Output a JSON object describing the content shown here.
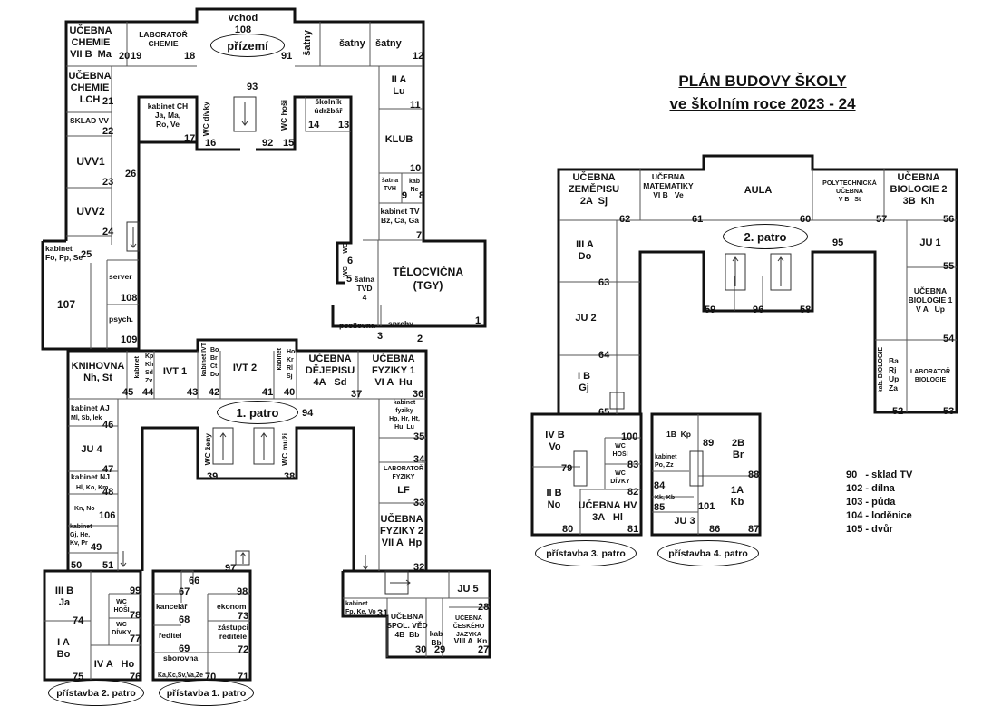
{
  "title": {
    "line1": "PLÁN BUDOVY ŠKOLY",
    "line2": "ve školním roce 2023 - 24"
  },
  "floors": {
    "ground": "přízemí",
    "first": "1. patro",
    "second": "2. patro",
    "ext2": "přístavba 2. patro",
    "ext1": "přístavba 1. patro",
    "ext3": "přístavba 3. patro",
    "ext4": "přístavba 4. patro"
  },
  "g": {
    "chem_vii": "UČEBNA\nCHEMIE\nVII B  Ma",
    "n20": "20",
    "n19": "19",
    "n18": "18",
    "lab_chem": "LABORATOŘ\nCHEMIE",
    "vchod": "vchod\n108",
    "n91": "91",
    "satny_v": "šatny",
    "satny1": "šatny",
    "satny2": "šatny",
    "n12": "12",
    "chem_lch": "UČEBNA\nCHEMIE\nLCH",
    "n21": "21",
    "sklad": "SKLAD VV",
    "n22": "22",
    "uvv1": "UVV1",
    "n23": "23",
    "uvv2": "UVV2",
    "n24": "24",
    "n26": "26",
    "kab25": "kabinet\nFo, Pp, Se",
    "n25": "25",
    "r107": "107",
    "server": "server",
    "n108": "108",
    "psych": "psych.",
    "n109": "109",
    "n93": "93",
    "kab_ch": "kabinet CH\nJa, Ma,\nRo, Ve",
    "n17": "17",
    "wc_divky": "WC dívky",
    "n16": "16",
    "n92": "92",
    "wc_hosi": "WC hoši",
    "n15": "15",
    "skolnik": "školník\núdržbář",
    "n14": "14",
    "n13": "13",
    "iia": "II A\nLu",
    "n11": "11",
    "klub": "KLUB",
    "n10": "10",
    "satna_tvh": "šatna\nTVH",
    "n9": "9",
    "kab_ne": "kab\nNe",
    "n8": "8",
    "kab_tv": "kabinet TV\nBz, Ca, Ga",
    "n7": "7",
    "wc6": "WC",
    "n6": "6",
    "wc5": "WC",
    "n5": "5",
    "satna_tvd": "šatna\nTVD\n4",
    "tgy": "TĚLOCVIČNA\n(TGY)",
    "posilovna": "posilovna",
    "n3": "3",
    "sprchy": "sprchy",
    "n2": "2",
    "n1": "1"
  },
  "p1": {
    "knihovna": "KNIHOVNA\nNh, St",
    "n45": "45",
    "kab44": "kabinet",
    "kab44_names": "Kp\nKh\nSd\nZv",
    "n44": "44",
    "ivt1": "IVT 1",
    "n43": "43",
    "kab_ivt": "kabinet IVT",
    "kab_ivt_names": "Bo\nBr\nCt\nDo",
    "n42": "42",
    "ivt2": "IVT 2",
    "n41": "41",
    "kab40": "kabinet",
    "kab40_names": "Ho\nKr\nRl\nSj",
    "n40": "40",
    "dejepis": "UČEBNA\nDĚJEPISU\n4A   Sd",
    "n37": "37",
    "fyz1": "UČEBNA\nFYZIKY 1\nVI A  Hu",
    "n36": "36",
    "n94": "94",
    "kab_aj": "kabinet AJ",
    "kab_aj_names": "Ml, Sb, lek",
    "n46": "46",
    "ju4": "JU 4",
    "n47": "47",
    "kab_nj": "kabinet NJ",
    "kab_nj_names": "Hl, Ko, Km",
    "n48": "48",
    "kn_no": "Kn, No",
    "n106": "106",
    "kab49": "kabinet\nGj, He,\nKv, Pr",
    "n49": "49",
    "n50": "50",
    "n51": "51",
    "kab_fyz": "kabinet\nfyziky\nHp, Hr, Ht,\nHu, Lu",
    "n35": "35",
    "n34": "34",
    "lab_fyz": "LABORATOŘ\nFYZIKY",
    "lf": "LF",
    "n33": "33",
    "fyz2": "UČEBNA\nFYZIKY 2\nVII A  Hp",
    "n32": "32",
    "wc_zeny": "WC ženy",
    "n39": "39",
    "wc_muzi": "WC muži",
    "n38": "38",
    "kab31": "kabinet\nFp, Ke, Vo",
    "n31": "31",
    "spol": "UČEBNA\nSPOL. VĚD\n4B  Bb",
    "n30": "30",
    "kab29": "kab\nBb",
    "n29": "29",
    "ju5": "JU 5",
    "n28": "28",
    "cj": "UČEBNA\nČESKÉHO\nJAZYKA",
    "viii": "VIII A  Kn",
    "n27": "27"
  },
  "x2": {
    "iiib": "III B\nJa",
    "n74": "74",
    "n99": "99",
    "wc_hosi": "WC\nHOŠI",
    "n78": "78",
    "wc_divky": "WC\nDÍVKY",
    "n77": "77",
    "ia": "I A\nBo",
    "n75": "75",
    "iva": "IV A   Ho",
    "n76": "76"
  },
  "x1": {
    "n97": "97",
    "n66": "66",
    "n67": "67",
    "n98": "98",
    "kancelar": "kancelář",
    "n68": "68",
    "ekonom": "ekonom",
    "n73": "73",
    "reditel": "ředitel",
    "n69": "69",
    "zastupci": "zástupci\nředitele",
    "n72": "72",
    "sborovna": "sborovna",
    "sbor_names": "Ka,Kc,Sv,Va,Ze",
    "n70": "70",
    "n71": "71"
  },
  "p2": {
    "zem": "UČEBNA\nZEMĚPISU\n2A  Sj",
    "n62": "62",
    "mat": "UČEBNA\nMATEMATIKY\nVI B   Ve",
    "n61": "61",
    "aula": "AULA",
    "n60": "60",
    "poly": "POLYTECHNICKÁ\nUČEBNA\nV B   St",
    "n57": "57",
    "bio2": "UČEBNA\nBIOLOGIE 2\n3B  Kh",
    "n56": "56",
    "n95": "95",
    "iiia": "III A\nDo",
    "n63": "63",
    "ju2": "JU 2",
    "n64": "64",
    "ib": "I B\nGj",
    "n65": "65",
    "n59": "59",
    "n96": "96",
    "n58": "58",
    "ju1": "JU 1",
    "n55": "55",
    "bio1": "UČEBNA\nBIOLOGIE 1\nV A   Up",
    "n54": "54",
    "kab_bio": "kab. BIOLOGIE",
    "kab_bio_names": "Ba\nRj\nUp\nZa",
    "n52": "52",
    "lab_bio": "LABORATOŘ\nBIOLOGIE",
    "n53": "53"
  },
  "x3": {
    "ivb": "IV B\nVo",
    "n79": "79",
    "n100": "100",
    "wc_hosi": "WC\nHOŠI",
    "n83": "83",
    "wc_divky": "WC\nDÍVKY",
    "n82": "82",
    "iib": "II B\nNo",
    "n80": "80",
    "hv": "UČEBNA HV\n3A   Hl",
    "n81": "81"
  },
  "x4": {
    "ib": "1B  Kp",
    "n89": "89",
    "iib": "2B\nBr",
    "n88": "88",
    "kab": "kabinet\nPo, Zz",
    "n84": "84",
    "kk": "Kk, Kb",
    "n85": "85",
    "n101": "101",
    "ia": "1A\nKb",
    "ju3": "JU 3",
    "n86": "86",
    "n87": "87"
  },
  "legend": [
    "90   - sklad TV",
    "102 - dílna",
    "103 - půda",
    "104 - loděnice",
    "105 - dvůr"
  ]
}
